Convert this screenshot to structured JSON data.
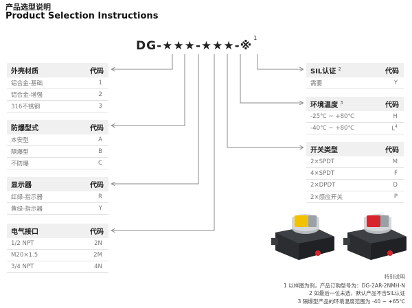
{
  "header": {
    "title_cn": "产品选型说明",
    "title_en": "Product Selection Instructions"
  },
  "model": {
    "code": "DG-★★★-★★★-※",
    "note_ref": "1"
  },
  "left_tables": [
    {
      "title": "外壳材质",
      "code_label": "代码",
      "rows": [
        {
          "label": "铝合金-基础",
          "code": "1"
        },
        {
          "label": "铝合金-增强",
          "code": "2"
        },
        {
          "label": "316不锈钢",
          "code": "3"
        }
      ]
    },
    {
      "title": "防爆型式",
      "code_label": "代码",
      "rows": [
        {
          "label": "本安型",
          "code": "A"
        },
        {
          "label": "隔爆型",
          "code": "B"
        },
        {
          "label": "不防爆",
          "code": "C"
        }
      ]
    },
    {
      "title": "显示器",
      "code_label": "代码",
      "rows": [
        {
          "label": "红绿-指示器",
          "code": "R"
        },
        {
          "label": "黄绿-指示器",
          "code": "Y"
        }
      ]
    },
    {
      "title": "电气接口",
      "code_label": "代码",
      "rows": [
        {
          "label": "1/2 NPT",
          "code": "2N"
        },
        {
          "label": "M20×1.5",
          "code": "2M"
        },
        {
          "label": "3/4 NPT",
          "code": "4N"
        }
      ]
    }
  ],
  "right_tables": [
    {
      "title": "SIL认证",
      "title_sup": "2",
      "code_label": "代码",
      "rows": [
        {
          "label": "需要",
          "code": "Y"
        }
      ]
    },
    {
      "title": "环境温度",
      "title_sup": "3",
      "code_label": "代码",
      "rows": [
        {
          "label": "-25℃ ~ +80℃",
          "code": "H"
        },
        {
          "label": "-40℃ ~ +80℃",
          "code": "L",
          "code_sup": "4"
        }
      ]
    },
    {
      "title": "开关类型",
      "title_sup": "",
      "code_label": "代码",
      "rows": [
        {
          "label": "2×SPDT",
          "code": "M"
        },
        {
          "label": "4×SPDT",
          "code": "F"
        },
        {
          "label": "2×DPDT",
          "code": "D"
        },
        {
          "label": "2×感应开关",
          "code": "P"
        }
      ]
    }
  ],
  "notes": {
    "title": "特别说明",
    "items": [
      "1  以样图为例，产品订购型号为：DG-2AR-2NMH-N",
      "2 如最后一位未选，默认产品不含SIL认证",
      "3  隔爆型产品的环境温度范围为 -40 ~ +65℃"
    ]
  },
  "colors": {
    "header_bg": "#f0f0f0",
    "line": "#8a8a8a",
    "indicator_yellow": "#f2c200",
    "indicator_red": "#d8242c"
  }
}
